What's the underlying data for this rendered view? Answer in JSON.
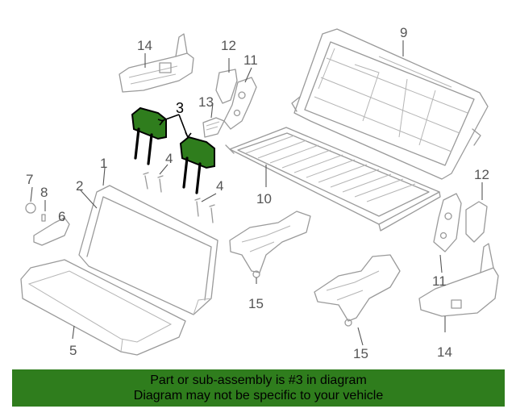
{
  "callouts": {
    "c1": "1",
    "c2": "2",
    "c3": "3",
    "c4a": "4",
    "c4b": "4",
    "c5": "5",
    "c6": "6",
    "c7": "7",
    "c8": "8",
    "c9": "9",
    "c10": "10",
    "c11a": "11",
    "c11b": "11",
    "c12a": "12",
    "c12b": "12",
    "c13": "13",
    "c14a": "14",
    "c14b": "14",
    "c15a": "15",
    "c15b": "15"
  },
  "highlighted_part": "3",
  "colors": {
    "highlight": "#2f7d1d",
    "line_art": "#9a9a9a",
    "banner": "#2f7d1d"
  },
  "banner": {
    "line1": "Part or sub-assembly is #3 in diagram",
    "line2": "Diagram may not be specific to your vehicle"
  }
}
